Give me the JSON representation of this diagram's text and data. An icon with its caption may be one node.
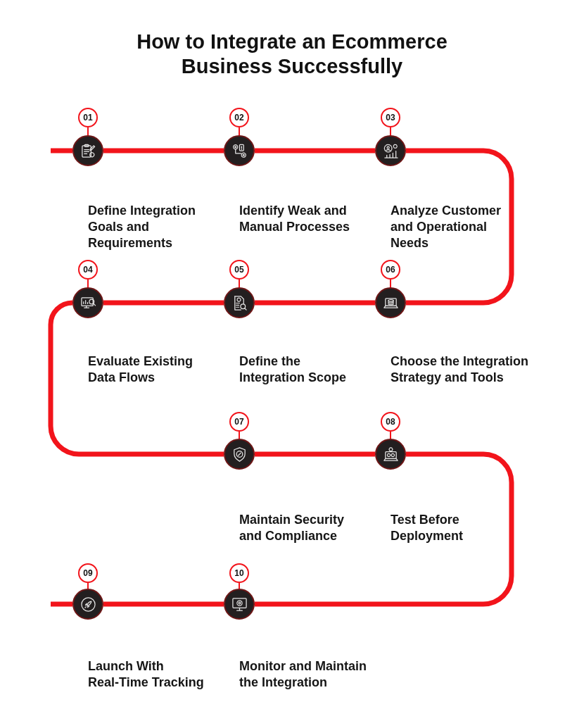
{
  "diagram": {
    "title": "How to Integrate an Ecommerce Business Successfully",
    "nodes": [
      {
        "text": [
          "01"
        ]
      },
      {
        "text": [],
        "shape": "circle"
      },
      {
        "text": [
          "02"
        ]
      },
      {
        "text": [],
        "shape": "circle"
      },
      {
        "text": [
          "03"
        ]
      },
      {
        "text": [],
        "shape": "circle"
      },
      {
        "text": [
          "04"
        ]
      },
      {
        "text": [],
        "shape": "circle"
      },
      {
        "text": [
          "05"
        ]
      },
      {
        "text": [],
        "shape": "circle"
      },
      {
        "text": [
          "06"
        ]
      },
      {
        "text": [],
        "shape": "circle"
      },
      {
        "text": [
          "07"
        ]
      },
      {
        "text": [],
        "shape": "circle"
      },
      {
        "text": [
          "08"
        ]
      },
      {
        "text": [],
        "shape": "circle"
      },
      {
        "text": [
          "09"
        ]
      },
      {
        "text": [],
        "shape": "circle"
      },
      {
        "text": [
          "10"
        ]
      },
      {
        "text": [],
        "shape": "circle"
      }
    ],
    "edges": [
      {
        "from": null,
        "to": 1,
        "arrow": "none"
      },
      {
        "from": 1,
        "to": 3,
        "arrow": "none"
      },
      {
        "from": 3,
        "to": 5,
        "arrow": "none"
      },
      {
        "from": 5,
        "to": 11,
        "arrow": "none"
      },
      {
        "from": 11,
        "to": 9,
        "arrow": "none"
      },
      {
        "from": 9,
        "to": 7,
        "arrow": "none"
      },
      {
        "from": 7,
        "to": 13,
        "arrow": "none"
      },
      {
        "from": 13,
        "to": 15,
        "arrow": "none"
      },
      {
        "from": 15,
        "to": 19,
        "arrow": "none"
      },
      {
        "from": 19,
        "to": 17,
        "arrow": "none"
      },
      {
        "from": 17,
        "to": null,
        "arrow": "none"
      },
      {
        "from": 0,
        "to": 1,
        "arrow": "none"
      },
      {
        "from": 2,
        "to": 3,
        "arrow": "none"
      },
      {
        "from": 4,
        "to": 5,
        "arrow": "none"
      },
      {
        "from": 6,
        "to": 7,
        "arrow": "none"
      },
      {
        "from": 8,
        "to": 9,
        "arrow": "none"
      },
      {
        "from": 10,
        "to": 11,
        "arrow": "none"
      },
      {
        "from": 12,
        "to": 13,
        "arrow": "none"
      },
      {
        "from": 14,
        "to": 15,
        "arrow": "none"
      },
      {
        "from": 16,
        "to": 17,
        "arrow": "none"
      },
      {
        "from": 18,
        "to": 19,
        "arrow": "none"
      }
    ],
    "labels": [
      "Define Integration Goals and Requirements",
      "Identify Weak and Manual Processes",
      "Analyze Customer and Operational Needs",
      "Evaluate Existing Data Flows",
      "Define the Integration Scope",
      "Choose the Integration Strategy and Tools",
      "Maintain Security and Compliance",
      "Test Before Deployment",
      "Launch With Real-Time Tracking",
      "Monitor and Maintain the Integration"
    ]
  }
}
